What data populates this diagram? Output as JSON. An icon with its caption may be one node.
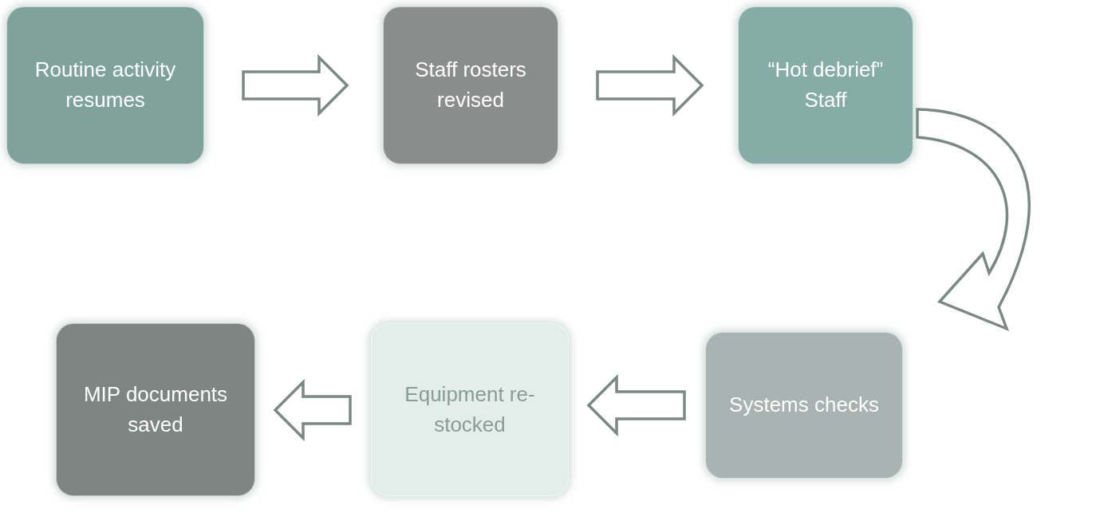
{
  "diagram": {
    "nodes": [
      {
        "text": [
          "Routine activity resumes"
        ]
      },
      {
        "text": [
          "Staff rosters revised"
        ]
      },
      {
        "text": [
          "“Hot debrief” Staff"
        ]
      },
      {
        "text": [
          "Systems checks"
        ]
      },
      {
        "text": [
          "Equipment re-stocked"
        ]
      },
      {
        "text": [
          "MIP documents saved"
        ]
      }
    ],
    "edges": [
      {
        "from": 0,
        "to": 1,
        "arrow": "to"
      },
      {
        "from": 1,
        "to": 2,
        "arrow": "to"
      },
      {
        "from": 2,
        "to": 3,
        "arrow": "to"
      },
      {
        "from": 3,
        "to": 4,
        "arrow": "to"
      },
      {
        "from": 4,
        "to": 5,
        "arrow": "to"
      }
    ]
  }
}
